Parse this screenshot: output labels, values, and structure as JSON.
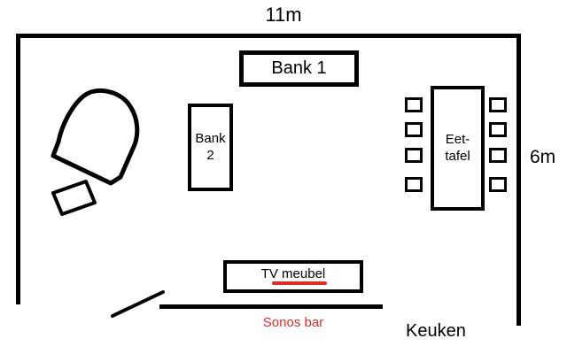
{
  "dimensions": {
    "width_label": "11m",
    "height_label": "6m"
  },
  "furniture": {
    "bank1": "Bank 1",
    "bank2_line1": "Bank",
    "bank2_line2": "2",
    "table_line1": "Eet-",
    "table_line2": "tafel",
    "tv": "TV meubel"
  },
  "annotations": {
    "sonos": "Sonos bar",
    "keuken": "Keuken"
  },
  "colors": {
    "wall": "#000000",
    "accent_red": "#e02b2b",
    "background": "#ffffff"
  },
  "chairs": {
    "left_count": 4,
    "right_count": 4
  }
}
